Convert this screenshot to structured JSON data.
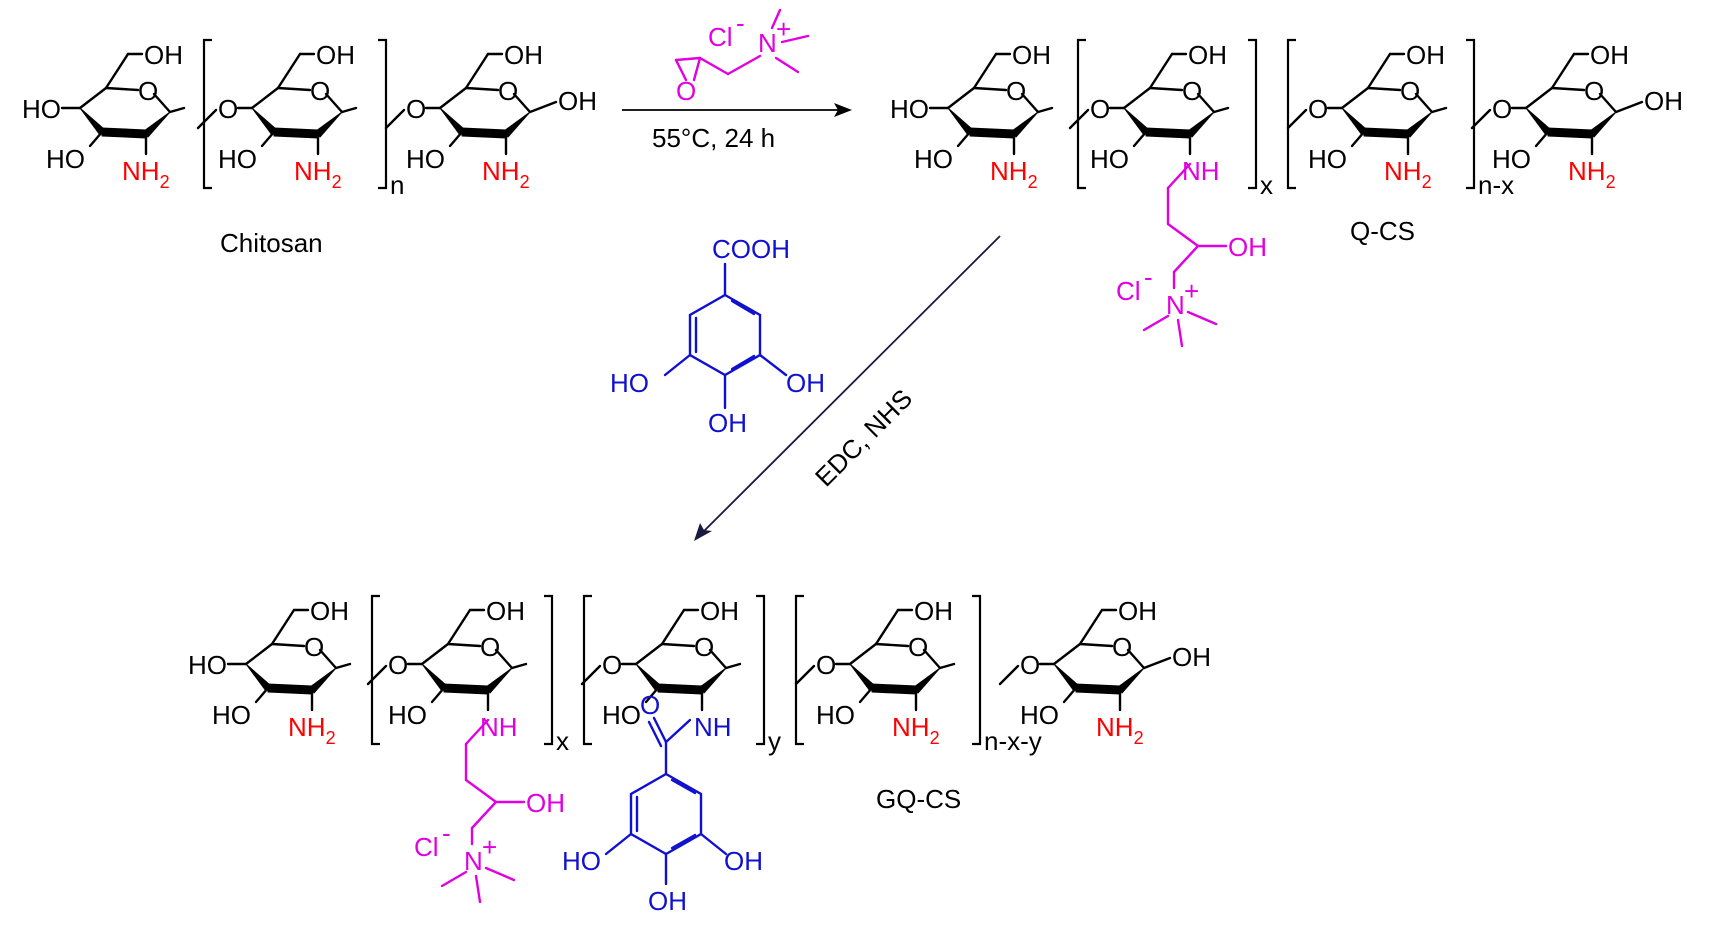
{
  "colors": {
    "default": "#000000",
    "amine": "#ff0000",
    "quaternary": "#e000e0",
    "gallic": "#1010d0",
    "arrow": "#1a1a40"
  },
  "reagent_top": {
    "cl": "Cl",
    "minus": "-",
    "n": "N",
    "plus": "+",
    "o": "O"
  },
  "conditions_top": "55°C, 24 h",
  "conditions_diag": "EDC, NHS",
  "gallic_acid": {
    "cooh": "COOH",
    "ho": "HO",
    "oh": "OH"
  },
  "labels": {
    "chitosan": "Chitosan",
    "qcs": "Q-CS",
    "gqcs": "GQ-CS"
  },
  "atoms": {
    "oh": "OH",
    "ho": "HO",
    "o": "O",
    "nh2_n": "NH",
    "sub2": "2",
    "nh": "NH"
  },
  "subscripts": {
    "n": "n",
    "x": "x",
    "y": "y",
    "nx": "n-x",
    "nxy": "n-x-y"
  }
}
